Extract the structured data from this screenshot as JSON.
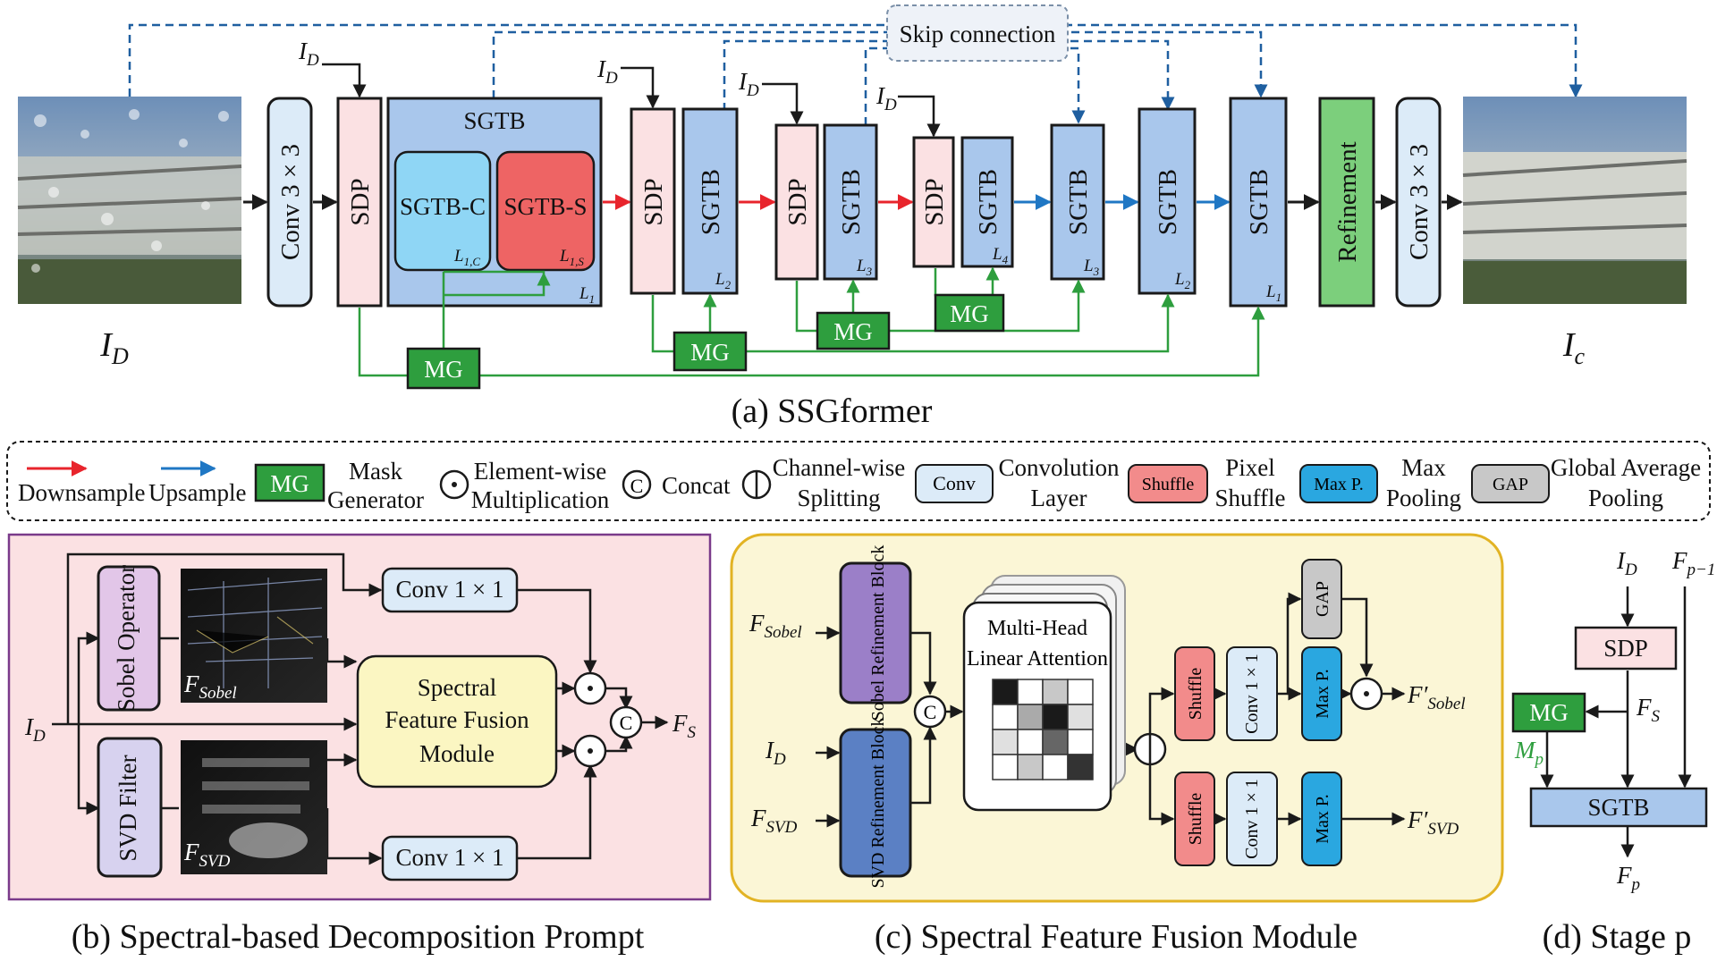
{
  "colors": {
    "downsample": "#e8242c",
    "upsample": "#1f77c4",
    "mg": "#2e9e3e",
    "skip": "#1f5fa0",
    "sdp": "#fbe1e3",
    "sgtb": "#a9c7ec",
    "conv": "#dcebf8",
    "refinement": "#7ccf7c",
    "shuffle": "#f28b8b",
    "maxpool": "#2aa7e0",
    "gap": "#c8c8c8"
  },
  "panel_a": {
    "caption": "(a) SSGformer",
    "skip_label": "Skip connection",
    "input_label": "I",
    "input_sub": "D",
    "output_label": "I",
    "output_sub": "c",
    "conv1": "Conv 3 × 3",
    "sdp": "SDP",
    "sgtb_title": "SGTB",
    "sgtb_c": "SGTB-C",
    "sgtb_s": "SGTB-S",
    "l1c": "L",
    "l1c_sub": "1,C",
    "l1s": "L",
    "l1s_sub": "1,S",
    "l1": "L",
    "l1_sub": "1",
    "sgtb": "SGTB",
    "l2_sub": "2",
    "l3_sub": "3",
    "l4_sub": "4",
    "refinement": "Refinement",
    "conv2": "Conv 3 × 3",
    "mg": "MG",
    "id": "I",
    "id_sub": "D"
  },
  "legend": {
    "downsample": "Downsample",
    "upsample": "Upsample",
    "mg_box": "MG",
    "mg_text1": "Mask",
    "mg_text2": "Generator",
    "ew_text1": "Element-wise",
    "ew_text2": "Multiplication",
    "concat_symbol": "C",
    "concat_text": "Concat",
    "split_text1": "Channel-wise",
    "split_text2": "Splitting",
    "conv_box": "Conv",
    "conv_text1": "Convolution",
    "conv_text2": "Layer",
    "shuffle_box": "Shuffle",
    "shuffle_text1": "Pixel",
    "shuffle_text2": "Shuffle",
    "maxp_box": "Max P.",
    "maxp_text1": "Max",
    "maxp_text2": "Pooling",
    "gap_box": "GAP",
    "gap_text1": "Global Average",
    "gap_text2": "Pooling"
  },
  "panel_b": {
    "caption": "(b) Spectral-based Decomposition Prompt",
    "input": "I",
    "input_sub": "D",
    "sobel": "Sobel Operator",
    "svd": "SVD Filter",
    "f_sobel": "F",
    "f_sobel_sub": "Sobel",
    "f_svd": "F",
    "f_svd_sub": "SVD",
    "conv_top": "Conv 1 × 1",
    "conv_bottom": "Conv 1 × 1",
    "sffm1": "Spectral",
    "sffm2": "Feature Fusion",
    "sffm3": "Module",
    "concat": "C",
    "out": "F",
    "out_sub": "S"
  },
  "panel_c": {
    "caption": "(c) Spectral Feature Fusion Module",
    "in_sobel": "F",
    "in_sobel_sub": "Sobel",
    "in_id": "I",
    "in_id_sub": "D",
    "in_svd": "F",
    "in_svd_sub": "SVD",
    "sobel_block": "Sobel Refinement Block",
    "svd_block": "SVD Refinement Block",
    "concat": "C",
    "mhla1": "Multi-Head",
    "mhla2": "Linear Attention",
    "shuffle": "Shuffle",
    "conv": "Conv 1 × 1",
    "maxp": "Max P.",
    "gap": "GAP",
    "out_sobel": "F′",
    "out_sobel_sub": "Sobel",
    "out_svd": "F′",
    "out_svd_sub": "SVD"
  },
  "panel_d": {
    "caption": "(d) Stage p",
    "id": "I",
    "id_sub": "D",
    "fp1": "F",
    "fp1_sub": "p−1",
    "sdp": "SDP",
    "mg": "MG",
    "fs": "F",
    "fs_sub": "S",
    "mp": "M",
    "mp_sub": "p",
    "sgtb": "SGTB",
    "fp": "F",
    "fp_sub": "p"
  }
}
